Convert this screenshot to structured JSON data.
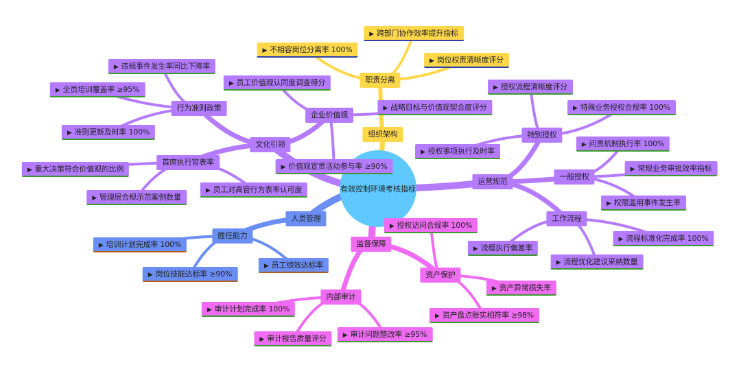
{
  "center": "有效控制环境考核指标",
  "branches": {
    "org": {
      "label": "组织架构",
      "children": {
        "duty": {
          "label": "职责分离",
          "leaves": [
            "不相容岗位分离率 100%",
            "跨部门协作效率提升指标",
            "岗位权责清晰度评分"
          ]
        }
      }
    },
    "culture": {
      "label": "文化引领",
      "children": {
        "conduct": {
          "label": "行为准则政策",
          "leaves": [
            "违规事件发生率同比下降率",
            "全员培训覆盖率 ≥95%",
            "准则更新及时率 100%"
          ]
        },
        "value": {
          "label": "企业价值观",
          "leaves": [
            "员工价值观认同度调查得分",
            "战略目标与价值观契合度评分",
            "价值观宣贯活动参与率 ≥90%"
          ]
        },
        "ceo": {
          "label": "首席执行官表率",
          "leaves": [
            "重大决策符合价值观的比例",
            "管理层合规示范案例数量",
            "员工对高管行为表率认可度"
          ]
        }
      }
    },
    "ops": {
      "label": "运营规范",
      "children": {
        "special": {
          "label": "特别授权",
          "leaves": [
            "授权流程清晰度评分",
            "特殊业务授权合规率 100%",
            "授权事项执行及时率"
          ]
        },
        "general": {
          "label": "一般授权",
          "leaves": [
            "问责机制执行率 100%",
            "常规业务审批效率指标",
            "权限滥用事件发生率"
          ]
        },
        "workflow": {
          "label": "工作流程",
          "leaves": [
            "流程标准化完成率 100%",
            "流程执行偏差率",
            "流程优化建议采纳数量"
          ]
        }
      }
    },
    "hr": {
      "label": "人员管理",
      "children": {
        "competence": {
          "label": "胜任能力",
          "leaves": [
            "培训计划完成率 100%",
            "岗位技能达标率 ≥90%",
            "员工绩效达标率"
          ]
        }
      }
    },
    "supervision": {
      "label": "监督保障",
      "children": {
        "audit": {
          "label": "内部审计",
          "leaves": [
            "审计计划完成率 100%",
            "审计报告质量评分",
            "审计问题整改率 ≥95%"
          ]
        },
        "asset": {
          "label": "资产保护",
          "leaves": [
            "授权访问合规率 100%",
            "资产异常损失率",
            "资产盘点账实相符率 ≥98%"
          ]
        }
      }
    }
  },
  "colors": {
    "culture_ops": "#b57bff",
    "org": "#ffd84a",
    "hr": "#6b8ef5",
    "supervision": "#ef6cf2",
    "center": "#5ec8ff"
  }
}
